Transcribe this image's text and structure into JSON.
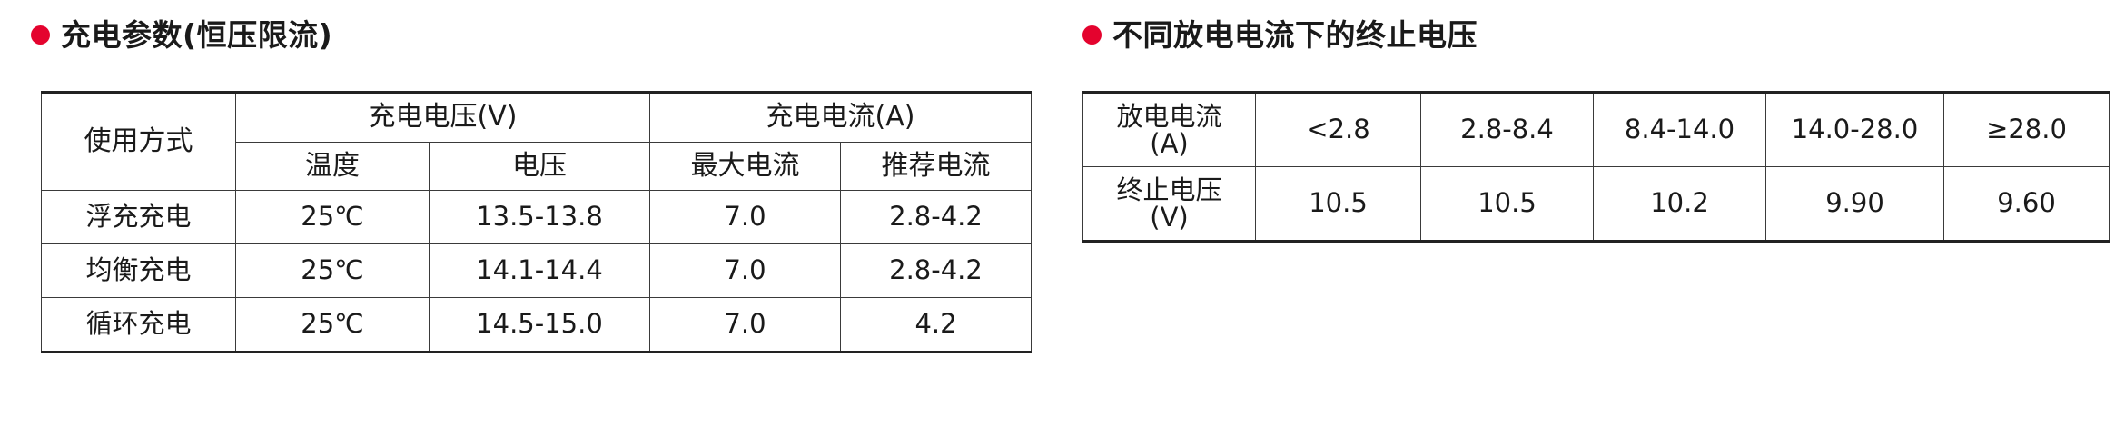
{
  "left_panel": {
    "bullet_color": "#e4032e",
    "title": "充电参数(恒压限流)",
    "table": {
      "header_top": {
        "mode": "使用方式",
        "voltage_group": "充电电压(V)",
        "current_group": "充电电流(A)"
      },
      "header_sub": {
        "temperature": "温度",
        "voltage": "电压",
        "max_current": "最大电流",
        "recommended_current": "推荐电流"
      },
      "rows": [
        {
          "mode": "浮充充电",
          "temperature": "25℃",
          "voltage": "13.5-13.8",
          "max_current": "7.0",
          "recommended_current": "2.8-4.2"
        },
        {
          "mode": "均衡充电",
          "temperature": "25℃",
          "voltage": "14.1-14.4",
          "max_current": "7.0",
          "recommended_current": "2.8-4.2"
        },
        {
          "mode": "循环充电",
          "temperature": "25℃",
          "voltage": "14.5-15.0",
          "max_current": "7.0",
          "recommended_current": "4.2"
        }
      ]
    }
  },
  "right_panel": {
    "bullet_color": "#e4032e",
    "title": "不同放电电流下的终止电压",
    "table": {
      "row_labels": {
        "discharge_current": "放电电流",
        "discharge_current_unit": "(A)",
        "cutoff_voltage": "终止电压",
        "cutoff_voltage_unit": "(V)"
      },
      "discharge_current": [
        "<2.8",
        "2.8-8.4",
        "8.4-14.0",
        "14.0-28.0",
        "≥28.0"
      ],
      "cutoff_voltage": [
        "10.5",
        "10.5",
        "10.2",
        "9.90",
        "9.60"
      ]
    }
  }
}
